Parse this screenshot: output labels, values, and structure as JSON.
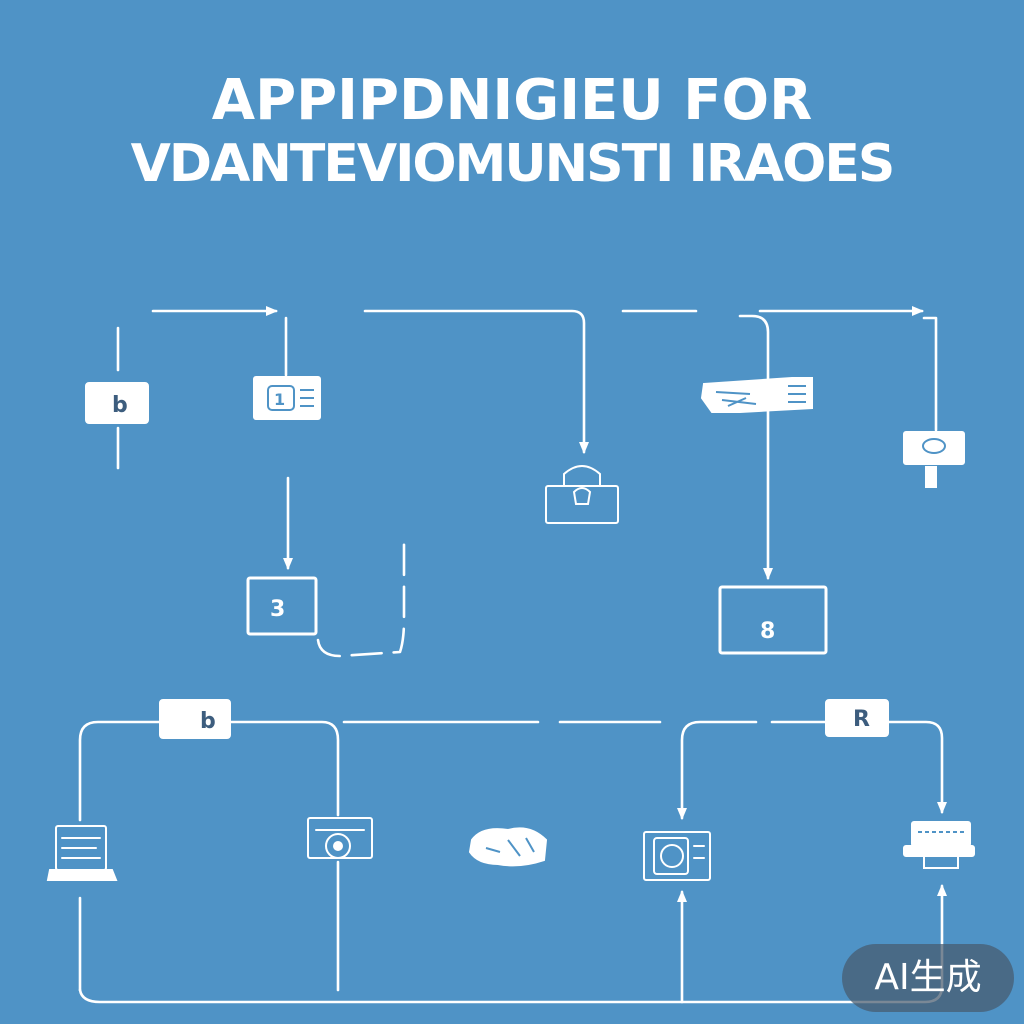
{
  "title": {
    "line1": "APPIPDNIGIEU FOR",
    "line2": "VDANTEVIOMUNSTI IRAOES"
  },
  "nodes": {
    "b_top": "b",
    "node_3": "3",
    "node_8": "8",
    "b_bottom": "b",
    "r_bottom": "R"
  },
  "badge": "AI生成",
  "colors": {
    "background": "#4f93c6",
    "ink": "#ffffff",
    "node_text": "#3d5d7e"
  },
  "icons": [
    "document-icon",
    "padlock-icon",
    "folder-icon",
    "monitor-icon",
    "laptop-icon",
    "camera-icon",
    "hand-icon",
    "photo-icon",
    "printer-icon"
  ]
}
